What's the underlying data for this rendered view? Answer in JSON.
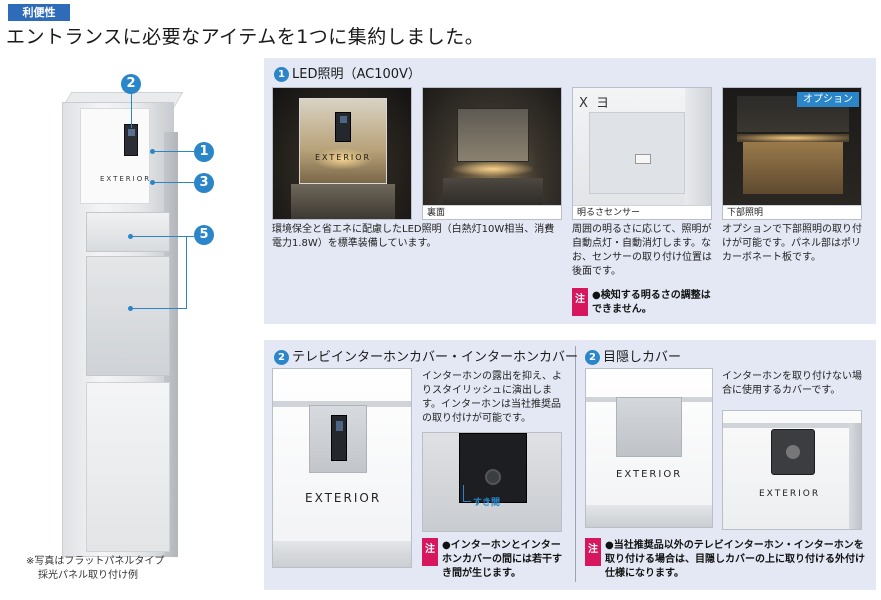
{
  "header": {
    "tag": "利便性",
    "title": "エントランスに必要なアイテムを1つに集約しました。"
  },
  "product": {
    "markers": [
      "1",
      "2",
      "3",
      "5"
    ],
    "exterior_text": "EXTERIOR",
    "photo_note_line1": "※写真はフラットパネルタイプ",
    "photo_note_line2": "採光パネル取り付け例"
  },
  "led": {
    "num": "1",
    "title": "LED照明（AC100V）",
    "photo1_text": "EXTERIOR",
    "photo2_caption": "裏面",
    "photo3_caption": "明るさセンサー",
    "photo3_corner": "X ヨ",
    "photo4_caption": "下部照明",
    "photo4_badge": "オプション",
    "desc1": "環境保全と省エネに配慮したLED照明（白熱灯10W相当、消費電力1.8W）を標準装備しています。",
    "desc2": "周囲の明るさに応じて、照明が自動点灯・自動消灯します。なお、センサーの取り付け位置は後面です。",
    "desc3": "オプションで下部照明の取り付けが可能です。パネル部はポリカーボネート板です。",
    "note_mark": "注",
    "note": "●検知する明るさの調整はできません。"
  },
  "intercom_cover": {
    "num": "2",
    "title": "テレビインターホンカバー・インターホンカバー",
    "exterior_text": "EXTERIOR",
    "desc": "インターホンの露出を抑え、よりスタイリッシュに演出します。インターホンは当社推奨品の取り付けが可能です。",
    "gap_label": "すき間",
    "note_mark": "注",
    "note": "●インターホンとインターホンカバーの間には若干すき間が生じます。"
  },
  "blind_cover": {
    "num": "2",
    "title": "目隠しカバー",
    "exterior_text": "EXTERIOR",
    "exterior_text2": "EXTERIOR",
    "desc": "インターホンを取り付けない場合に使用するカバーです。",
    "note_mark": "注",
    "note": "●当社推奨品以外のテレビインターホン・インターホンを取り付ける場合は、目隠しカバーの上に取り付ける外付け仕様になります。"
  },
  "colors": {
    "accent": "#2a86c8",
    "tag": "#2e6bb8",
    "note": "#d6175d",
    "panel": "#e3e8f4"
  }
}
